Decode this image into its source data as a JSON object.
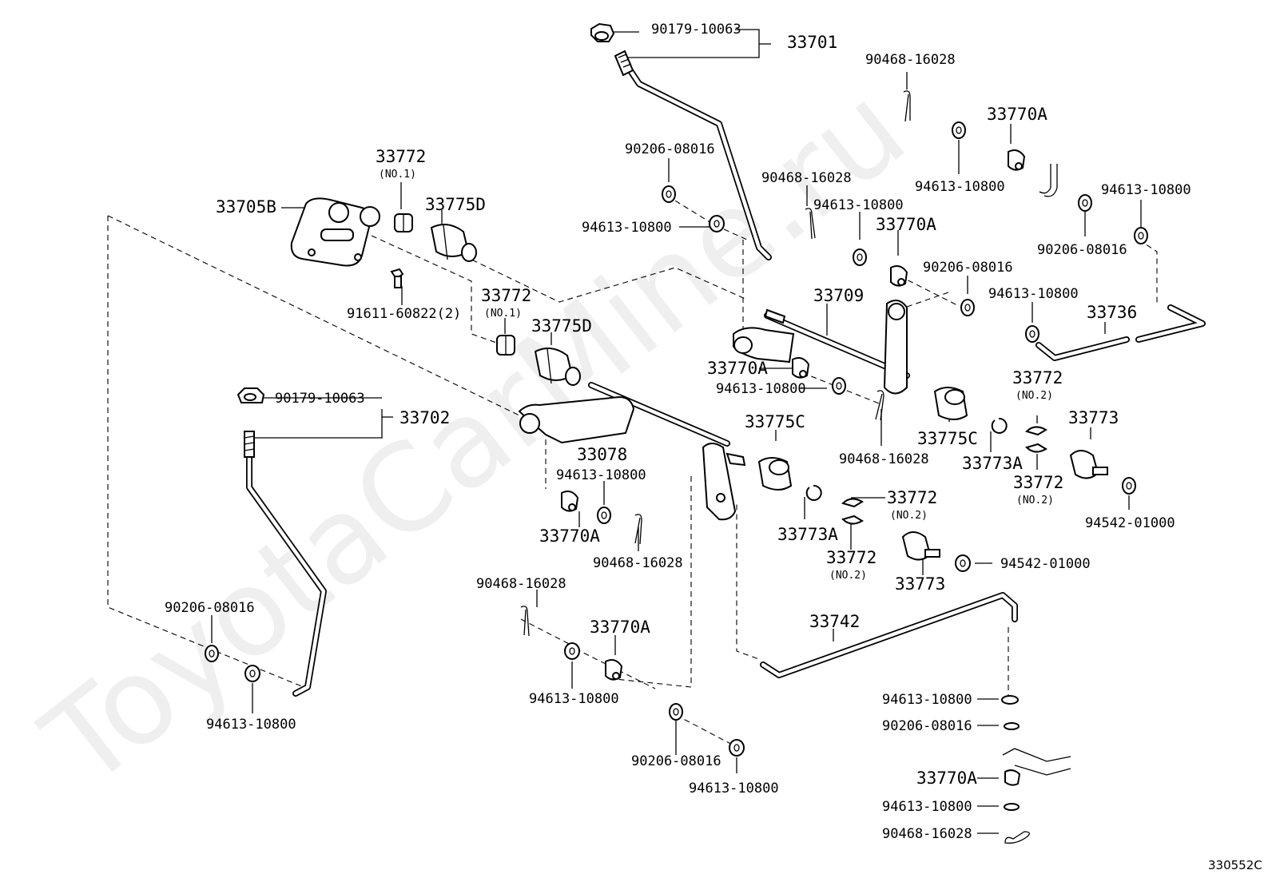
{
  "diagram": {
    "watermark": "ToyotaCarMine.ru",
    "illustration_code": "330552C",
    "labels": {
      "p90179_top": "90179-10063",
      "p33701": "33701",
      "p90468_tr": "90468-16028",
      "p33770A_tr": "33770A",
      "p94613_tr1": "94613-10800",
      "p94613_tr2": "94613-10800",
      "p90206_tr": "90206-08016",
      "p90206_top": "90206-08016",
      "p90468_mid": "90468-16028",
      "p94613_mid1": "94613-10800",
      "p94613_a": "94613-10800",
      "p33770A_mid": "33770A",
      "p90206_mid": "90206-08016",
      "p94613_mid2": "94613-10800",
      "p33736": "33736",
      "p33772_a": "33772",
      "p33772_a_sub": "(NO.1)",
      "p33705B": "33705B",
      "p33775D_a": "33775D",
      "p91611": "91611-60822(2)",
      "p33772_b": "33772",
      "p33772_b_sub": "(NO.1)",
      "p33775D_b": "33775D",
      "p33709": "33709",
      "p33770A_c": "33770A",
      "p94613_c": "94613-10800",
      "p90468_c": "90468-16028",
      "p33775C_r": "33775C",
      "p33773A_r": "33773A",
      "p33772_r1": "33772",
      "p33772_r1_sub": "(NO.2)",
      "p33772_r2": "33772",
      "p33772_r2_sub": "(NO.2)",
      "p33773_r": "33773",
      "p94542_r": "94542-01000",
      "p90179_left": "90179-10063",
      "p33702": "33702",
      "p33078": "33078",
      "p94613_l": "94613-10800",
      "p33770A_l": "33770A",
      "p90468_l": "90468-16028",
      "p33775C_m": "33775C",
      "p33773A_m": "33773A",
      "p33772_m1": "33772",
      "p33772_m1_sub": "(NO.2)",
      "p33772_m2": "33772",
      "p33772_m2_sub": "(NO.2)",
      "p33773_m": "33773",
      "p94542_m": "94542-01000",
      "p33742": "33742",
      "p90206_ll": "90206-08016",
      "p94613_ll": "94613-10800",
      "p90468_bl": "90468-16028",
      "p33770A_bl": "33770A",
      "p94613_bl": "94613-10800",
      "p90206_bc": "90206-08016",
      "p94613_bc": "94613-10800",
      "p94613_br1": "94613-10800",
      "p90206_br": "90206-08016",
      "p33770A_br": "33770A",
      "p94613_br2": "94613-10800",
      "p90468_br": "90468-16028"
    }
  }
}
